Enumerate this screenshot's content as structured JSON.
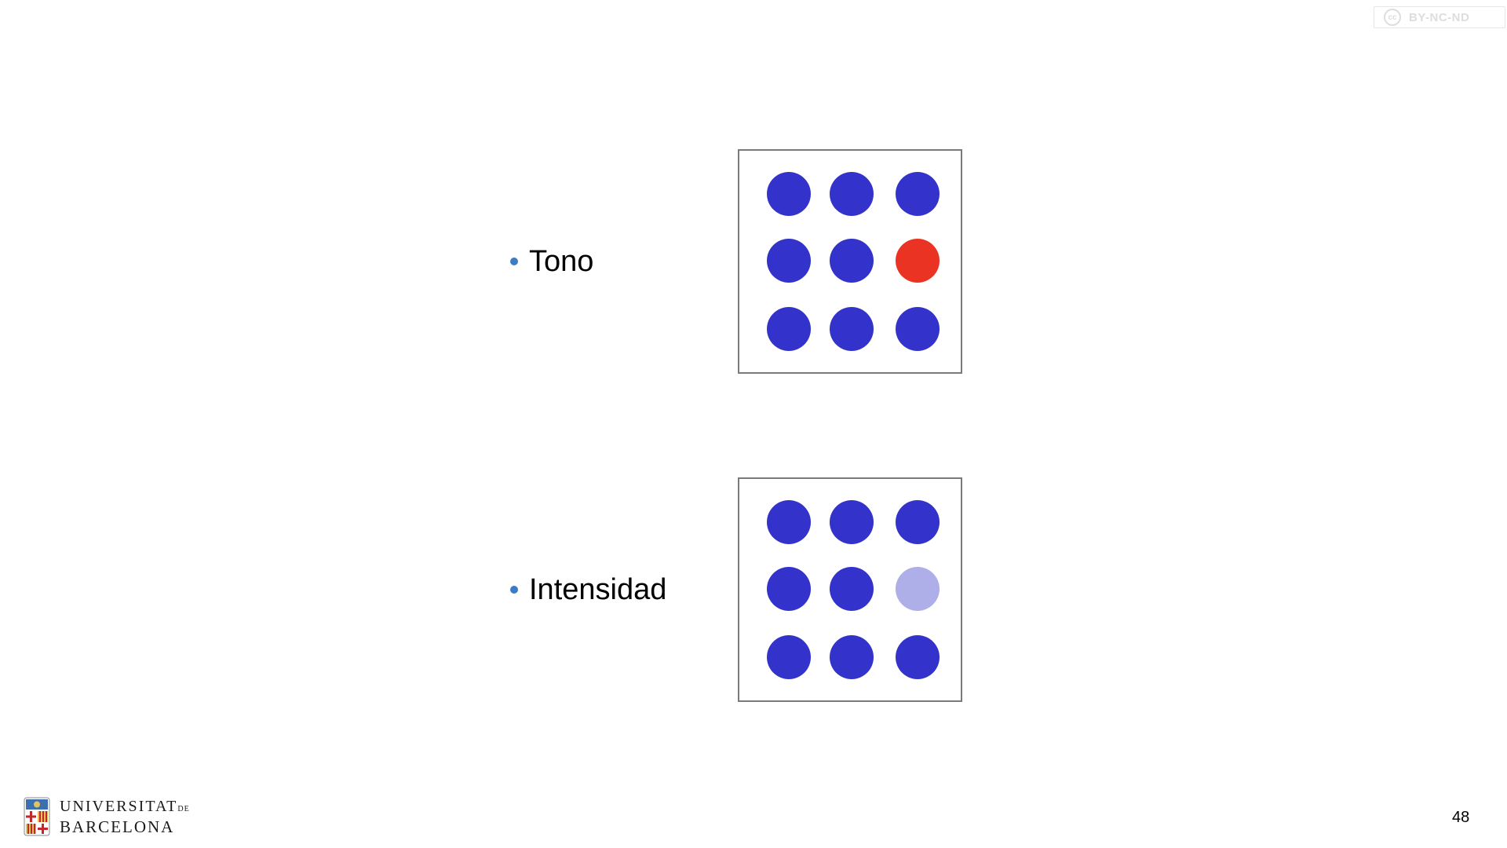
{
  "license_badge": {
    "symbol": "cc",
    "label": "BY-NC-ND"
  },
  "items": [
    {
      "label": "Tono",
      "grid_colors": [
        "#3333cc",
        "#3333cc",
        "#3333cc",
        "#3333cc",
        "#3333cc",
        "#ea3323",
        "#3333cc",
        "#3333cc",
        "#3333cc"
      ]
    },
    {
      "label": "Intensidad",
      "grid_colors": [
        "#3333cc",
        "#3333cc",
        "#3333cc",
        "#3333cc",
        "#3333cc",
        "#aeaee8",
        "#3333cc",
        "#3333cc",
        "#3333cc"
      ]
    }
  ],
  "colors": {
    "bullet": "#3b7cc4",
    "dot_primary": "#3333cc",
    "dot_hue_variant": "#ea3323",
    "dot_intensity_variant": "#aeaee8",
    "grid_border": "#7a7a7a"
  },
  "footer": {
    "university_line1": "UNIVERSITAT",
    "university_line1_suffix": "DE",
    "university_line2": "BARCELONA",
    "page_number": "48"
  }
}
